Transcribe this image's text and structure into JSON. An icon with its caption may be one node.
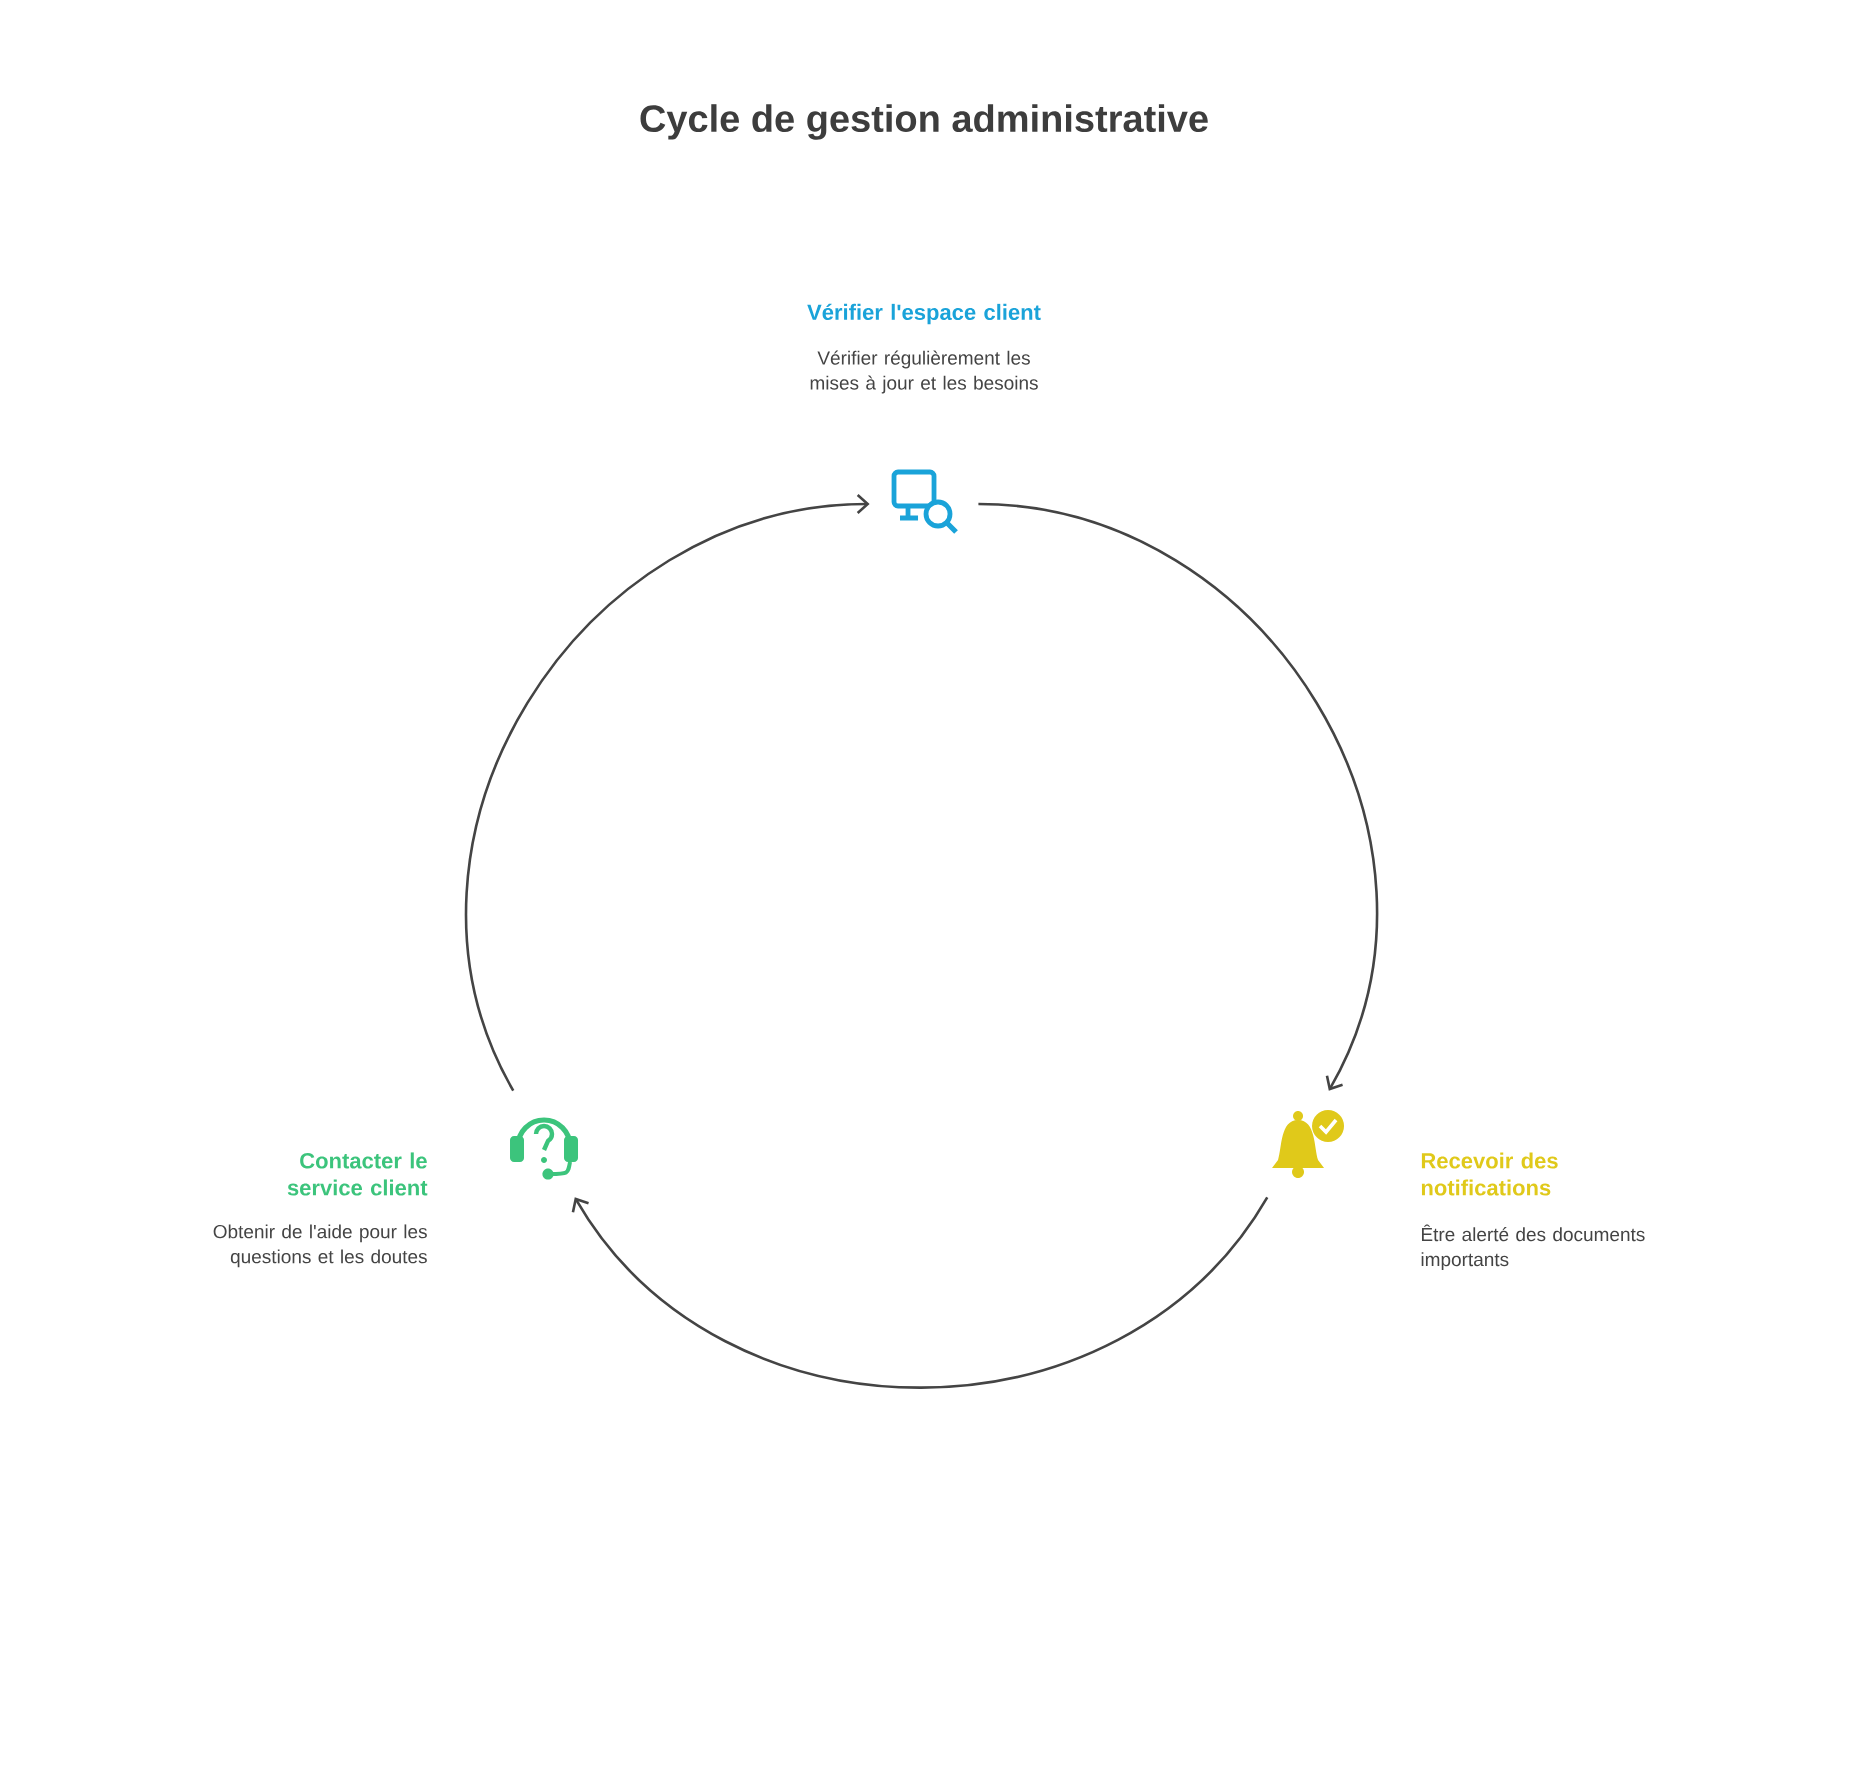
{
  "diagram": {
    "title": "Cycle de gestion administrative",
    "nodes": [
      {
        "text": [],
        "shape": "monitor",
        "beside": [
          "Vérifier l'espace client",
          "Vérifier régulièrement les mises à jour et les besoins"
        ]
      },
      {
        "text": [],
        "shape": "bell",
        "beside": [
          "Recevoir des notifications",
          "Être alerté des documents importants"
        ]
      },
      {
        "text": [],
        "shape": "headset",
        "beside": [
          "Contacter le service client",
          "Obtenir de l'aide pour les questions et les doutes"
        ]
      }
    ],
    "edges": [
      {
        "from": 0,
        "to": 1,
        "arrow": "to"
      },
      {
        "from": 1,
        "to": 2,
        "arrow": "to"
      },
      {
        "from": 2,
        "to": 0,
        "arrow": "to"
      }
    ]
  }
}
